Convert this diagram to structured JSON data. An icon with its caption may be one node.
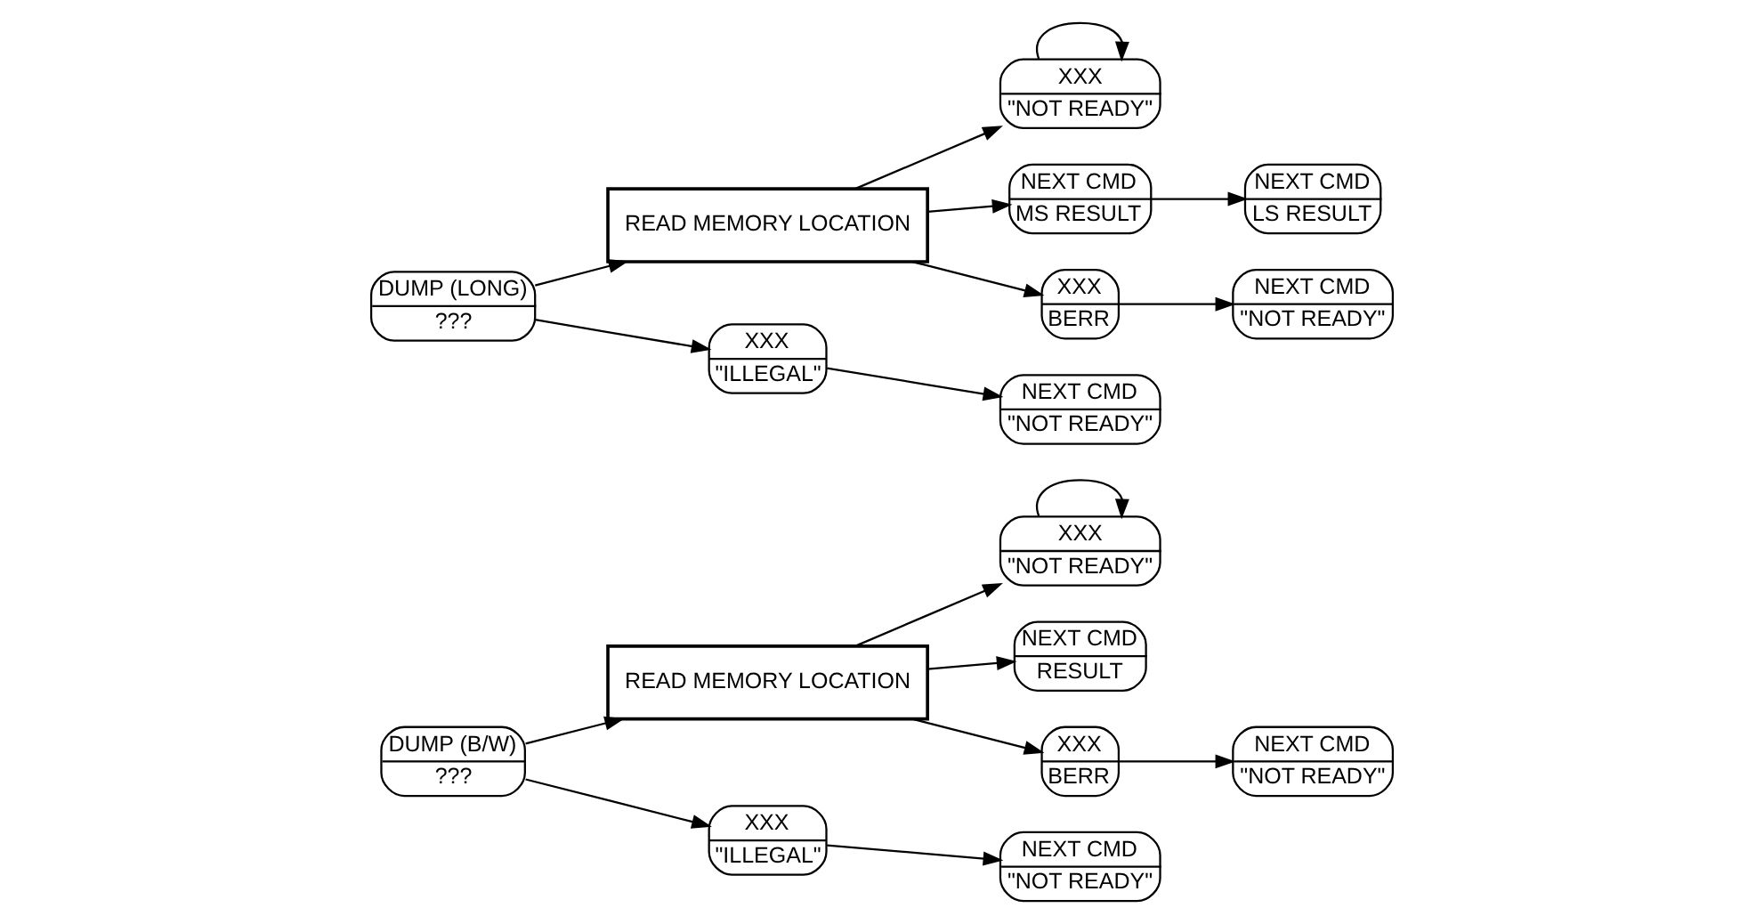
{
  "diagram": {
    "nodes": [
      {
        "text": [
          "DUMP (B/W)",
          "???"
        ]
      },
      {
        "text": [
          "READ MEMORY LOCATION"
        ]
      },
      {
        "text": [
          "XXX",
          "\"NOT READY\""
        ]
      },
      {
        "text": [
          "NEXT CMD",
          "RESULT"
        ]
      },
      {
        "text": [
          "XXX",
          "BERR"
        ]
      },
      {
        "text": [
          "NEXT CMD",
          "\"NOT READY\""
        ]
      },
      {
        "text": [
          "XXX",
          "\"ILLEGAL\""
        ]
      },
      {
        "text": [
          "NEXT CMD",
          "\"NOT READY\""
        ]
      },
      {
        "text": [
          "DUMP (LONG)",
          "???"
        ]
      },
      {
        "text": [
          "READ MEMORY LOCATION"
        ]
      },
      {
        "text": [
          "XXX",
          "\"NOT READY\""
        ]
      },
      {
        "text": [
          "NEXT CMD",
          "MS RESULT"
        ]
      },
      {
        "text": [
          "NEXT CMD",
          "LS RESULT"
        ]
      },
      {
        "text": [
          "XXX",
          "BERR"
        ]
      },
      {
        "text": [
          "NEXT CMD",
          "\"NOT READY\""
        ]
      },
      {
        "text": [
          "XXX",
          "\"ILLEGAL\""
        ]
      },
      {
        "text": [
          "NEXT CMD",
          "\"NOT READY\""
        ]
      }
    ],
    "edges": [
      {
        "from": 0,
        "to": 1,
        "arrow": "to"
      },
      {
        "from": 0,
        "to": 6,
        "arrow": "to"
      },
      {
        "from": 1,
        "to": 2,
        "arrow": "to"
      },
      {
        "from": 2,
        "to": 2,
        "arrow": "to"
      },
      {
        "from": 1,
        "to": 3,
        "arrow": "to"
      },
      {
        "from": 1,
        "to": 4,
        "arrow": "to"
      },
      {
        "from": 4,
        "to": 5,
        "arrow": "to"
      },
      {
        "from": 6,
        "to": 7,
        "arrow": "to"
      },
      {
        "from": 8,
        "to": 9,
        "arrow": "to"
      },
      {
        "from": 8,
        "to": 15,
        "arrow": "to"
      },
      {
        "from": 9,
        "to": 10,
        "arrow": "to"
      },
      {
        "from": 10,
        "to": 10,
        "arrow": "to"
      },
      {
        "from": 9,
        "to": 11,
        "arrow": "to"
      },
      {
        "from": 11,
        "to": 12,
        "arrow": "to"
      },
      {
        "from": 9,
        "to": 13,
        "arrow": "to"
      },
      {
        "from": 13,
        "to": 14,
        "arrow": "to"
      },
      {
        "from": 15,
        "to": 16,
        "arrow": "to"
      }
    ]
  }
}
